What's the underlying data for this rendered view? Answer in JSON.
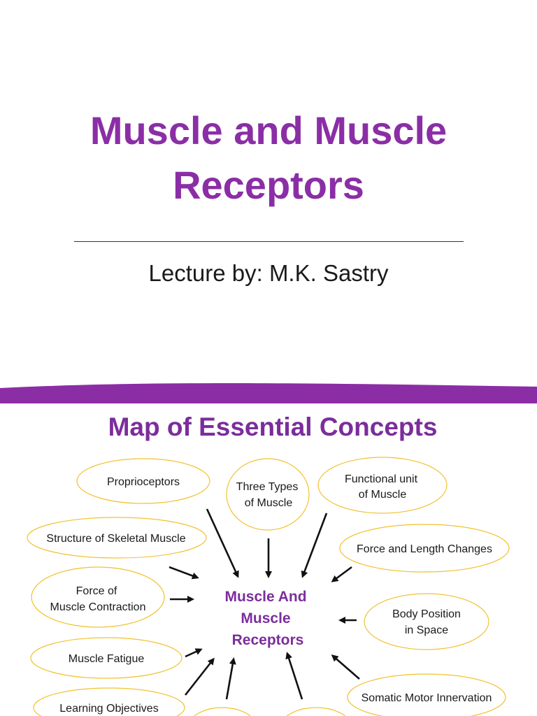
{
  "slide1": {
    "title_line1": "Muscle and Muscle",
    "title_line2": "Receptors",
    "subtitle": "Lecture by: M.K. Sastry"
  },
  "slide2": {
    "title": "Map of Essential Concepts",
    "center": {
      "line1": "Muscle And",
      "line2": "Muscle",
      "line3": "Receptors"
    },
    "concepts": {
      "proprioceptors": "Proprioceptors",
      "three_types_l1": "Three Types",
      "three_types_l2": "of Muscle",
      "functional_unit_l1": "Functional unit",
      "functional_unit_l2": "of Muscle",
      "structure": "Structure of Skeletal Muscle",
      "force_length": "Force and Length Changes",
      "force_contraction_l1": "Force of",
      "force_contraction_l2": "Muscle Contraction",
      "body_position_l1": "Body Position",
      "body_position_l2": "in Space",
      "fatigue": "Muscle Fatigue",
      "learning_objectives": "Learning Objectives",
      "somatic_motor": "Somatic Motor Innervation"
    },
    "colors": {
      "accent_purple": "#8b2ea6",
      "bubble_outline": "#f2c12e"
    }
  }
}
